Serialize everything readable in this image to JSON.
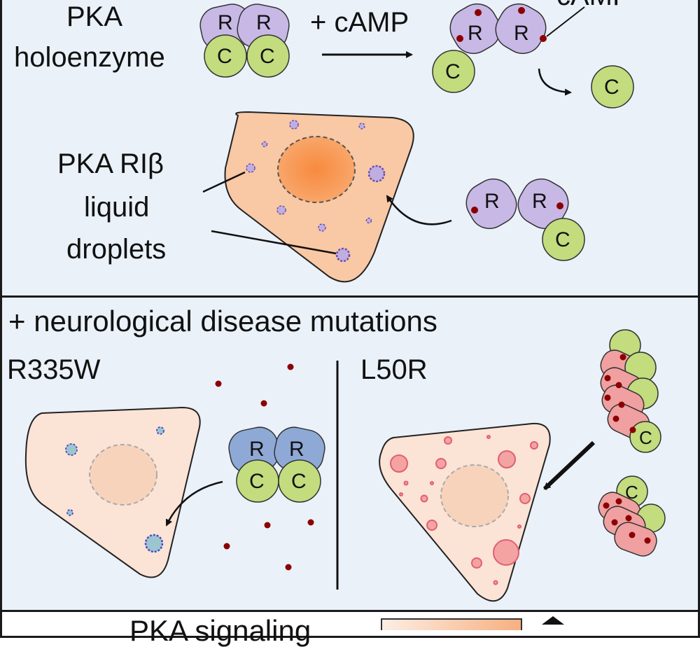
{
  "top": {
    "pka_label_line1": "PKA",
    "pka_label_line2": "holoenzyme",
    "camp_arrow_label": "+ cAMP",
    "camp_label": "cAMP",
    "droplet_label_line1": "PKA RIβ",
    "droplet_label_line2": "liquid",
    "droplet_label_line3": "droplets",
    "r_letter": "R",
    "c_letter": "C"
  },
  "middle": {
    "heading": "+ neurological disease mutations",
    "left_mutation": "R335W",
    "right_mutation": "L50R"
  },
  "bottom": {
    "signaling_label": "PKA signaling"
  },
  "colors": {
    "panel_bg": "#eaf1f9",
    "r_subunit": "#c8b8e6",
    "r_subunit_blue": "#8fa9d6",
    "c_subunit": "#c2dc7e",
    "camp_dot": "#8b0000",
    "cell_orange": "#f9c8a4",
    "nucleus_orange": "#f79a55",
    "cell_pale": "#fbe3d6",
    "droplet_purple": "#c0aee0",
    "droplet_teal": "#9cc6cf",
    "droplet_red": "#f4a3a3",
    "mutant_r": "#f0a0a0"
  }
}
